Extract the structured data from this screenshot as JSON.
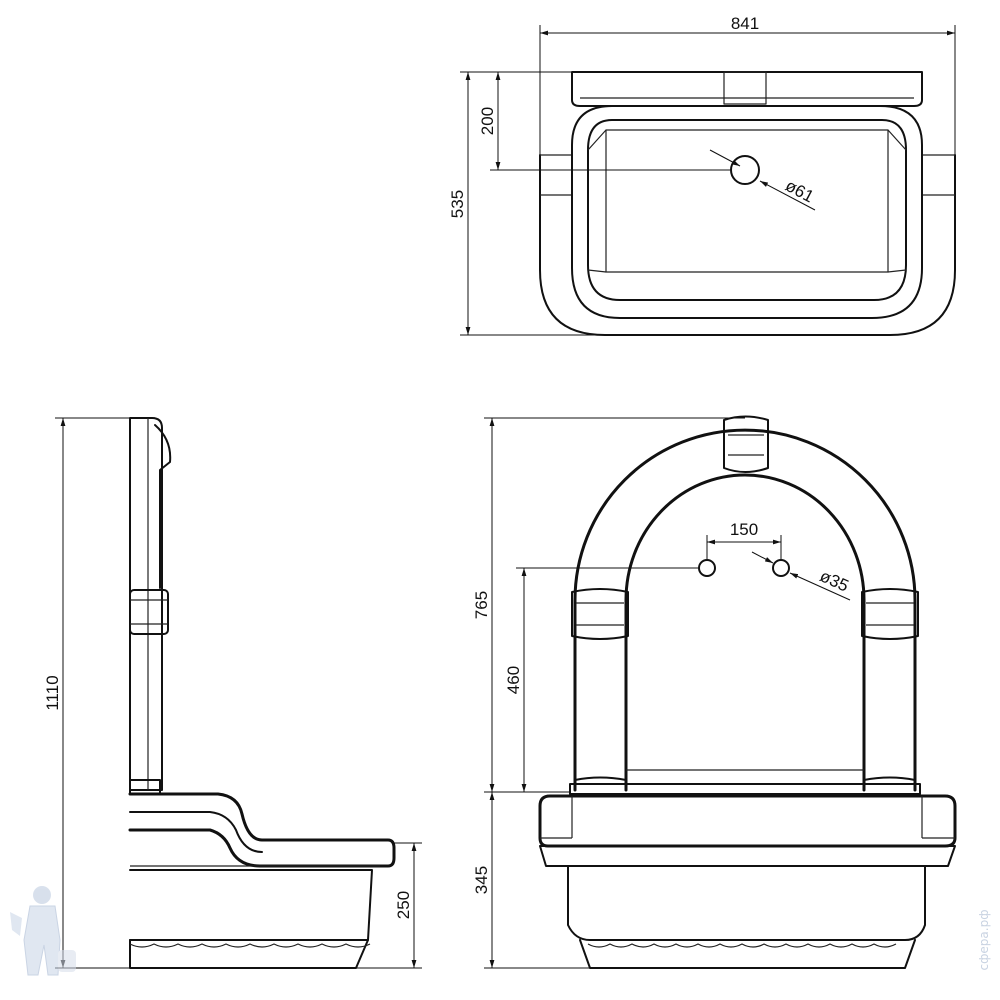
{
  "dimensions": {
    "overall_width": "841",
    "depth": "535",
    "drain_offset": "200",
    "drain_diameter": "ø61",
    "total_height": "1110",
    "basin_height": "250",
    "frame_height": "765",
    "hole_height": "460",
    "hole_spacing": "150",
    "hole_diameter": "ø35",
    "basin_front_height": "345"
  },
  "watermark": "сфера.рф",
  "colors": {
    "line": "#111111",
    "watermark": "#c9d3e2"
  }
}
